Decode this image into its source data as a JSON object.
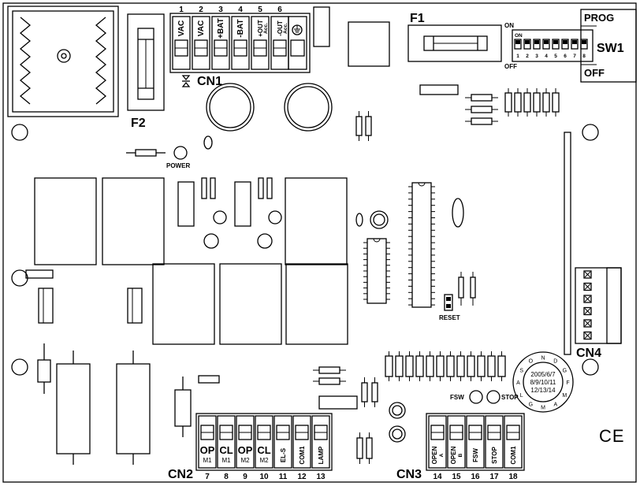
{
  "labels": {
    "f1": "F1",
    "f2": "F2",
    "cn1": "CN1",
    "cn2": "CN2",
    "cn3": "CN3",
    "cn4": "CN4",
    "sw1": "SW1",
    "prog": "PROG",
    "off": "OFF",
    "on_small": "ON",
    "off_small": "OFF",
    "dip_on": "ON",
    "power": "POWER",
    "reset": "RESET",
    "fsw": "FSW",
    "stop": "STOP",
    "ce": "CE"
  },
  "dip_numbers": [
    "1",
    "2",
    "3",
    "4",
    "5",
    "6",
    "7",
    "8"
  ],
  "cn1_terminals": [
    {
      "num": "1",
      "main": "VAC",
      "sub": ""
    },
    {
      "num": "2",
      "main": "VAC",
      "sub": ""
    },
    {
      "num": "3",
      "main": "+BAT",
      "sub": ""
    },
    {
      "num": "4",
      "main": "-BAT",
      "sub": ""
    },
    {
      "num": "5",
      "main": "+OUT",
      "sub": "Acc."
    },
    {
      "num": "6",
      "main": "-OUT",
      "sub": "Acc."
    }
  ],
  "cn2_terminals": [
    {
      "num": "7",
      "main": "OP",
      "sub": "M1"
    },
    {
      "num": "8",
      "main": "CL",
      "sub": "M1"
    },
    {
      "num": "9",
      "main": "OP",
      "sub": "M2"
    },
    {
      "num": "10",
      "main": "CL",
      "sub": "M2"
    },
    {
      "num": "11",
      "main": "EL-S",
      "sub": ""
    },
    {
      "num": "12",
      "main": "COM1",
      "sub": ""
    },
    {
      "num": "13",
      "main": "LAMP",
      "sub": ""
    }
  ],
  "cn3_terminals": [
    {
      "num": "14",
      "main": "OPEN",
      "sub": "A"
    },
    {
      "num": "15",
      "main": "OPEN",
      "sub": "B"
    },
    {
      "num": "16",
      "main": "FSW",
      "sub": ""
    },
    {
      "num": "17",
      "main": "STOP",
      "sub": ""
    },
    {
      "num": "18",
      "main": "COM1",
      "sub": ""
    }
  ],
  "dial": {
    "center": [
      "2005/6/7",
      "8/9/10/11",
      "12/13/14"
    ],
    "ring": [
      "N",
      "D",
      "G",
      "F",
      "M",
      "A",
      "M",
      "G",
      "L",
      "A",
      "S",
      "O"
    ]
  }
}
